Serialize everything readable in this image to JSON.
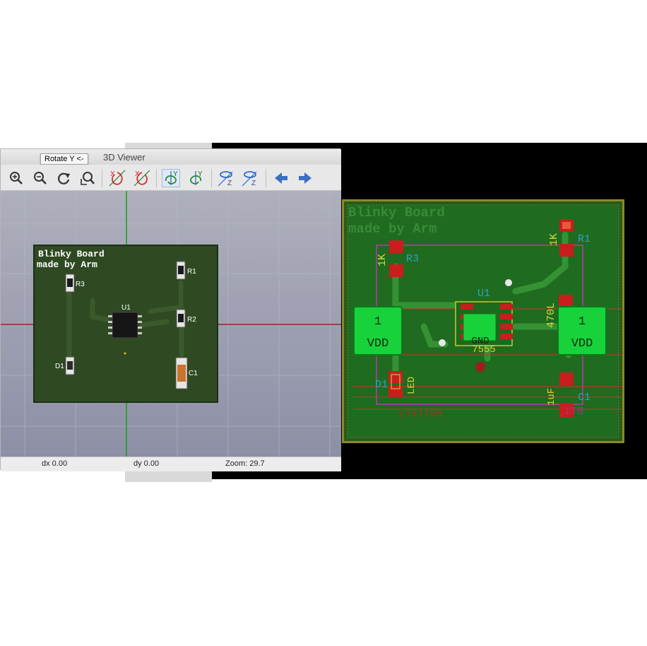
{
  "viewer": {
    "title": "3D Viewer",
    "tooltip": "Rotate Y <-",
    "toolbar": {
      "buttons": [
        "zoom-in",
        "zoom-out",
        "redraw",
        "zoom-fit",
        "rotate-x-cw",
        "rotate-x-ccw",
        "rotate-y-cw",
        "rotate-y-ccw",
        "rotate-z-cw",
        "rotate-z-ccw",
        "move-left",
        "move-right"
      ],
      "axis_x": "X",
      "axis_y": "Y",
      "axis_z": "Z"
    },
    "status": {
      "dx": "dx 0.00",
      "dy": "dy 0.00",
      "zoom": "Zoom: 29.7"
    },
    "board3d": {
      "title_line1": "Blinky Board",
      "title_line2": "made by Arm",
      "refs": {
        "u1": "U1",
        "r1": "R1",
        "r2": "R2",
        "r3": "R3",
        "d1": "D1",
        "c1": "C1"
      }
    }
  },
  "pcb": {
    "title_line1": "Blinky Board",
    "title_line2": "made by Arm",
    "refs": {
      "r1": "R1",
      "r3": "R3",
      "u1": "U1",
      "d1": "D1",
      "c1": "C1",
      "bt1": "BT1"
    },
    "values": {
      "r1": "1K",
      "r3": "1K",
      "r2": "470L",
      "led": "LED",
      "c1": "1uF",
      "u1": "7555",
      "battery": "Battery"
    },
    "pads": {
      "pad_left_num": "1",
      "pad_left_net": "VDD",
      "pad_right_num": "1",
      "pad_right_net": "VDD",
      "center_net": "GND"
    }
  },
  "colors": {
    "board": "#2f4a22",
    "pcb_fill": "#1b7a1b",
    "pad": "#18d23c",
    "smd": "#c81e1e",
    "copper_label": "#2aa2c7"
  }
}
